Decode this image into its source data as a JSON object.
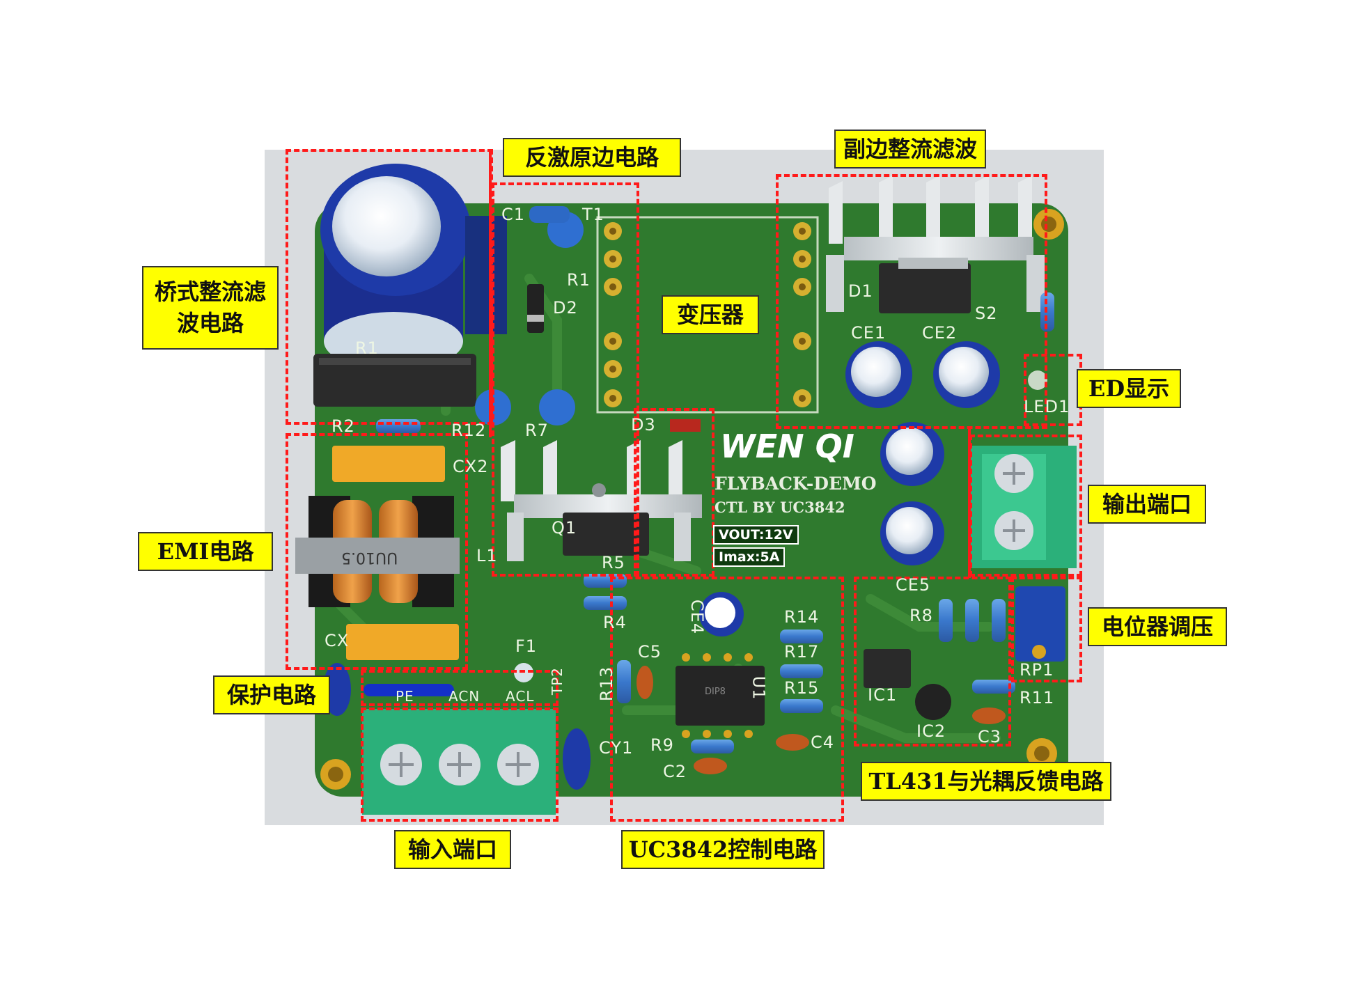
{
  "colors": {
    "pcb": "#2f7a2e",
    "pcb_dark": "#25642a",
    "trace": "#3f8c3a",
    "callout_bg": "#ffff00",
    "section_border": "#ff1a1a",
    "capacitor_blue": "#1e3aa8",
    "terminal_green": "#2bb07a",
    "heatsink": "#d8dde0"
  },
  "callouts": {
    "flyback_primary": "反激原边电路",
    "secondary_rectifier": "副边整流滤波",
    "bridge_rectifier": "桥式整流滤\n波电路",
    "transformer": "变压器",
    "led_display": "ED显示",
    "output_port": "输出端口",
    "emi": "EMI电路",
    "potentiometer": "电位器调压",
    "protection": "保护电路",
    "tl431_feedback": "TL431与光耦反馈电路",
    "input_port": "输入端口",
    "uc3842_control": "UC3842控制电路"
  },
  "board": {
    "brand": "WEN QI",
    "line1": "FLYBACK-DEMO",
    "line2": "CTL BY UC3842",
    "vout": "VOUT:12V",
    "imax": "Imax:5A",
    "choke": "UU10.5",
    "ic_pkg": "DIP8",
    "terminals": [
      "PE",
      "ACN",
      "ACL"
    ],
    "designators": {
      "C1": "C1",
      "T1": "T1",
      "R1": "R1",
      "D2": "D2",
      "D1": "D1",
      "S2": "S2",
      "CE1": "CE1",
      "CE2": "CE2",
      "LED1": "LED1",
      "R1_top": "R1",
      "R2": "R2",
      "R12": "R12",
      "R7": "R7",
      "D3": "D3",
      "CX2": "CX2",
      "Q1": "Q1",
      "L1": "L1",
      "R5": "R5",
      "R4": "R4",
      "CE4": "CE4",
      "CX": "CX",
      "F1": "F1",
      "TP2": "TP2",
      "R13": "R13",
      "C5": "C5",
      "U1": "U1",
      "R14": "R14",
      "R17": "R17",
      "R15": "R15",
      "C4": "C4",
      "R9": "R9",
      "C2": "C2",
      "CY1": "CY1",
      "CE5": "CE5",
      "R8": "R8",
      "IC1": "IC1",
      "IC2": "IC2",
      "C3": "C3",
      "RP1": "RP1",
      "R11": "R11"
    }
  }
}
